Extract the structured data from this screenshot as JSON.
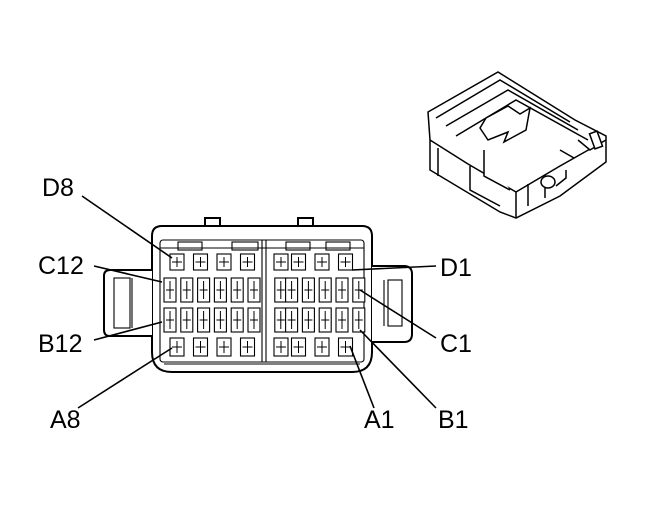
{
  "diagram": {
    "connector_labels": {
      "d8": "D8",
      "c12": "C12",
      "b12": "B12",
      "a8": "A8",
      "d1": "D1",
      "c1": "C1",
      "a1": "A1",
      "b1": "B1"
    }
  }
}
